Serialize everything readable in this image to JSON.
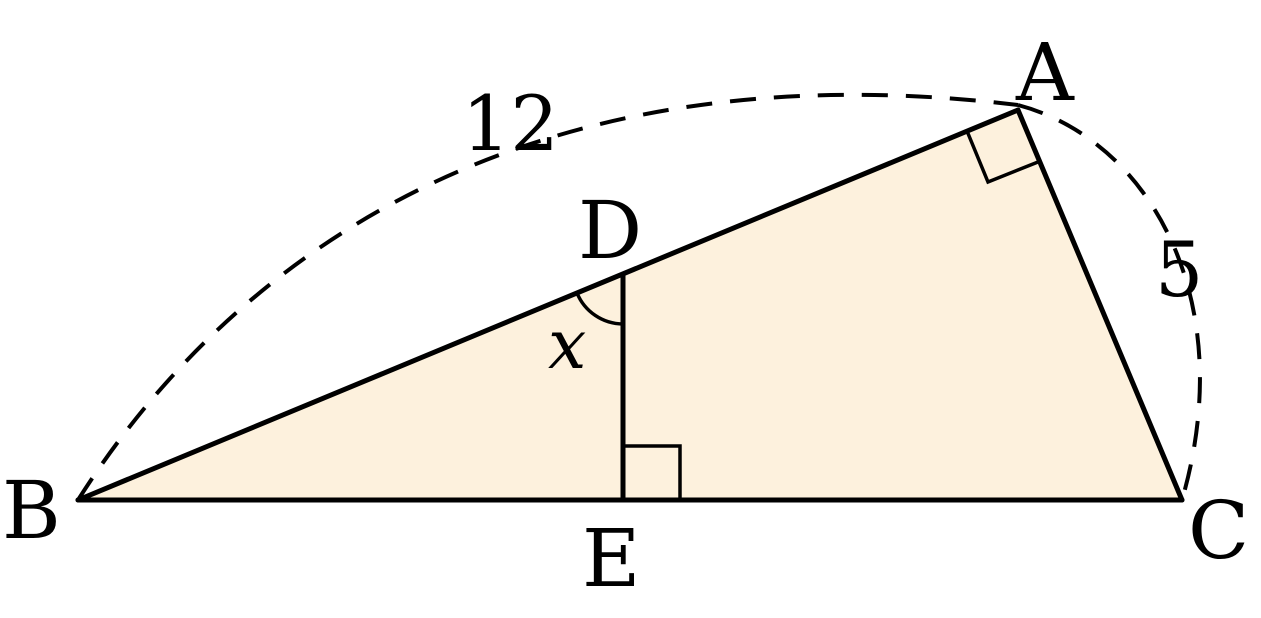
{
  "colors": {
    "fill": "#fdf1dd",
    "stroke": "#000000"
  },
  "points": {
    "A": "A",
    "B": "B",
    "C": "C",
    "D": "D",
    "E": "E"
  },
  "lengths": {
    "AB": "12",
    "AC": "5"
  },
  "angle_label": "x"
}
